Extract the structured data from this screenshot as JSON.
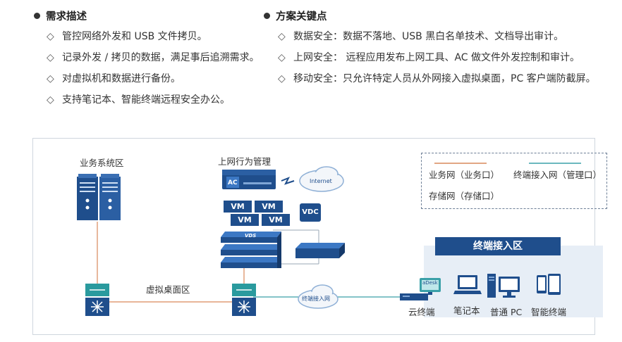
{
  "requirements": {
    "title": "需求描述",
    "items": [
      "管控网络外发和 USB 文件拷贝。",
      "记录外发 / 拷贝的数据，满足事后追溯需求。",
      "对虚拟机和数据进行备份。",
      "支持笔记本、智能终端远程安全办公。"
    ]
  },
  "solution": {
    "title": "方案关键点",
    "items": [
      "数据安全：数据不落地、USB 黑白名单技术、文档导出审计。",
      "上网安全： 远程应用发布上网工具、AC 做文件外发控制和审计。",
      "移动安全：只允许特定人员从外网接入虚拟桌面，PC 客户端防截屏。"
    ]
  },
  "diagram": {
    "business_zone": "业务系统区",
    "internet_mgmt": "上网行为管理",
    "ac_label": "AC",
    "internet_cloud": "Internet",
    "vm_labels": [
      "VM",
      "VM",
      "VM",
      "VM"
    ],
    "vdc_label": "VDC",
    "vds_label": "VDS",
    "desktop_zone": "虚拟桌面区",
    "terminal_cloud": "终端接入网",
    "legend": {
      "business_net": "业务网（业务口）",
      "terminal_net": "终端接入网（管理口）",
      "storage_net": "存储网（存储口）"
    },
    "terminal_zone": {
      "title": "终端接入区",
      "devices": [
        "云终端",
        "笔记本",
        "普通 PC",
        "智能终端"
      ],
      "adesk": "aDesk"
    },
    "colors": {
      "business_line": "#d9895a",
      "terminal_line": "#3aa0a8",
      "storage_line": "#9aa7b5",
      "navy": "#1f4e8c"
    }
  }
}
